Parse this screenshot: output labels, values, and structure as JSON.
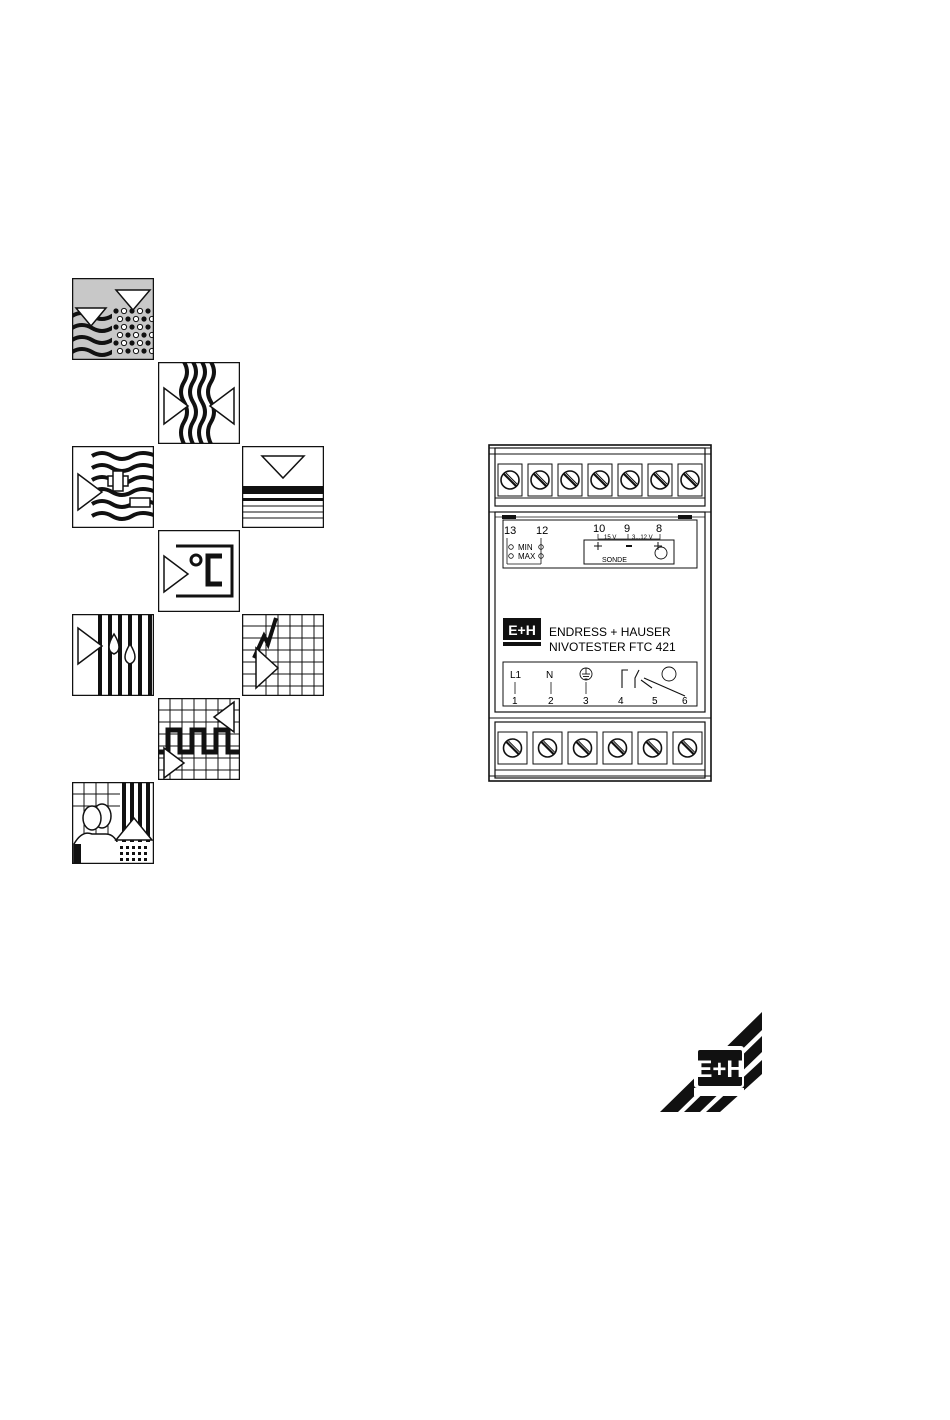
{
  "pictograms": [
    {
      "id": "level-liquids-solids",
      "icon": "level-liquid-and-bulk-solids-icon",
      "shaded": true
    },
    {
      "id": "flow",
      "icon": "flow-icon"
    },
    {
      "id": "analysis",
      "icon": "analysis-ph-icon"
    },
    {
      "id": "level-limit",
      "icon": "level-limit-icon"
    },
    {
      "id": "temperature",
      "icon": "temperature-icon"
    },
    {
      "id": "pressure-moisture",
      "icon": "moisture-icon"
    },
    {
      "id": "pressure",
      "icon": "pressure-icon"
    },
    {
      "id": "signal-transmission",
      "icon": "signal-transmission-icon"
    },
    {
      "id": "service",
      "icon": "service-people-icon"
    }
  ],
  "device": {
    "top_labels": {
      "t13": "13",
      "t12": "12",
      "t10": "10",
      "t9": "9",
      "t8": "8"
    },
    "min_label": "MIN",
    "max_label": "MAX",
    "voltage_15": "15 V",
    "voltage_3_12": "3...12 V",
    "sonde_label": "SONDE",
    "logo_text": "E+H",
    "brand_line1": "ENDRESS + HAUSER",
    "brand_line2": "NIVOTESTER FTC 421",
    "bottom_symbols": {
      "l1": "L1",
      "n": "N"
    },
    "bottom_numbers": {
      "b1": "1",
      "b2": "2",
      "b3": "3",
      "b4": "4",
      "b5": "5",
      "b6": "6"
    },
    "top_terminals": 7,
    "bottom_terminals": 6
  },
  "corner_logo": {
    "text": "E+H",
    "icon": "endress-hauser-logo-icon"
  },
  "colors": {
    "ink": "#111111",
    "shade": "#c8c8c8"
  }
}
